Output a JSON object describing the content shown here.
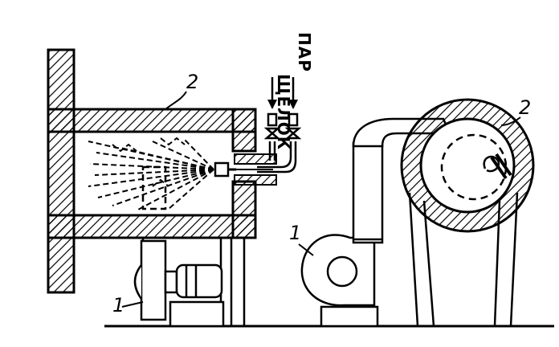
{
  "labels": {
    "fan_left": "1",
    "fan_right": "1",
    "chamber": "2",
    "drum": "2",
    "lye": "ЩЕЛОК",
    "steam": "ПАР"
  }
}
